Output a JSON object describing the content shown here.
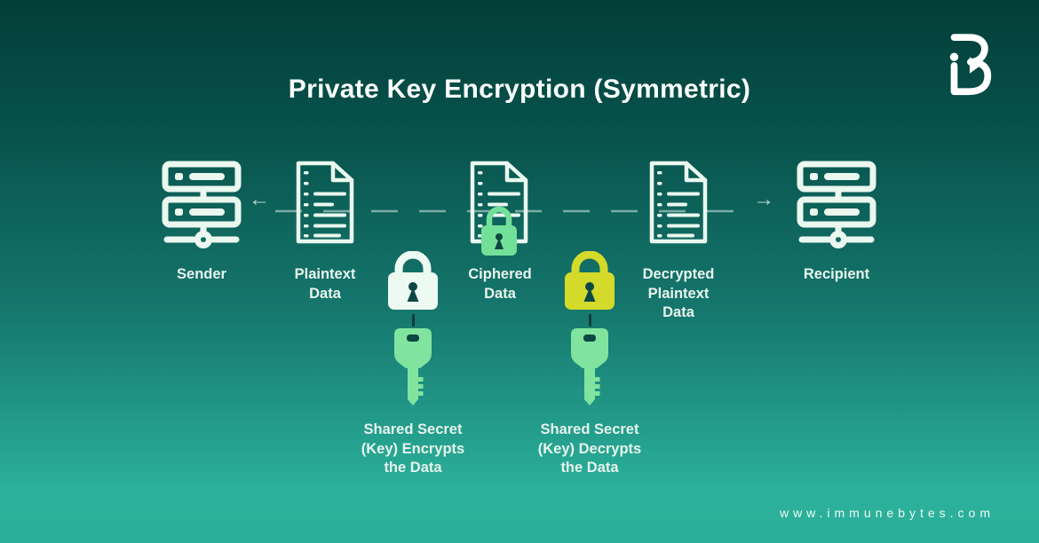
{
  "title": "Private Key Encryption (Symmetric)",
  "website": "www.immunebytes.com",
  "brand": {
    "logo_name": "immunebytes-logo"
  },
  "arrows": {
    "left": "←",
    "right": "→"
  },
  "colors": {
    "background_top": "#033E39",
    "background_bottom": "#2CB09B",
    "icon_mint": "#EAF8EF",
    "ciphered_lock_green": "#73E09A",
    "key_green": "#80E49E",
    "encrypt_lock_white": "#EDFAF2",
    "decrypt_lock_yellow": "#D4DA2A",
    "keyhole_dark": "#0C4843",
    "title_text": "#FAFEFC",
    "label_text": "#E9F5EF",
    "logo_white": "#FFFFFF"
  },
  "nodes": [
    {
      "id": "sender",
      "icon": "server-icon",
      "lines": [
        "Sender"
      ]
    },
    {
      "id": "plaintext-data",
      "icon": "document-icon",
      "lines": [
        "Plaintext",
        "Data"
      ]
    },
    {
      "id": "ciphered-data",
      "icon": "document-lock-icon",
      "lines": [
        "Ciphered",
        "Data"
      ]
    },
    {
      "id": "decrypted-data",
      "icon": "document-icon",
      "lines": [
        "Decrypted",
        "Plaintext",
        "Data"
      ]
    },
    {
      "id": "recipient",
      "icon": "server-icon",
      "lines": [
        "Recipient"
      ]
    }
  ],
  "keys": [
    {
      "id": "encrypt-key",
      "lock_color": "#EDFAF2",
      "key_color": "#80E49E",
      "lines": [
        "Shared Secret",
        "(Key) Encrypts",
        "the Data"
      ]
    },
    {
      "id": "decrypt-key",
      "lock_color": "#D4DA2A",
      "key_color": "#80E49E",
      "lines": [
        "Shared Secret",
        "(Key) Decrypts",
        "the Data"
      ]
    }
  ]
}
